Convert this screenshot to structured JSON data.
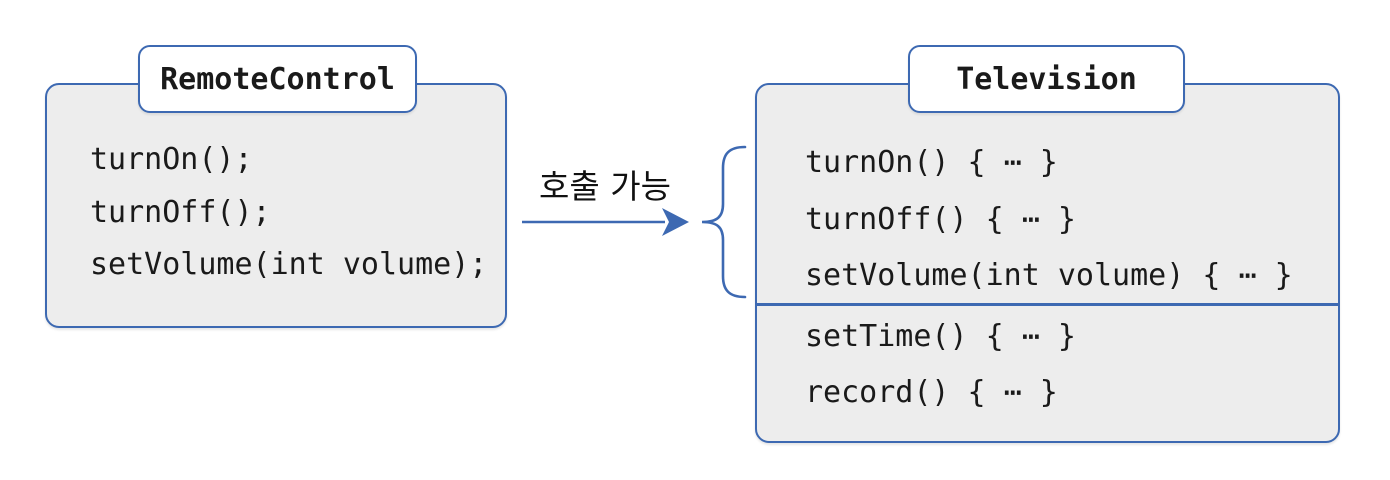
{
  "left_box": {
    "title": "RemoteControl",
    "methods": [
      "turnOn();",
      "turnOff();",
      "setVolume(int volume);"
    ]
  },
  "connector": {
    "label": "호출 가능"
  },
  "right_box": {
    "title": "Television",
    "callable_methods": [
      "turnOn() { ⋯ }",
      "turnOff() { ⋯ }",
      "setVolume(int volume) { ⋯ }"
    ],
    "other_methods": [
      "setTime() { ⋯ }",
      "record() { ⋯ }"
    ]
  },
  "colors": {
    "border_blue": "#3d69b2",
    "box_fill": "#ededed",
    "text": "#1a1a1a",
    "background": "#ffffff"
  }
}
